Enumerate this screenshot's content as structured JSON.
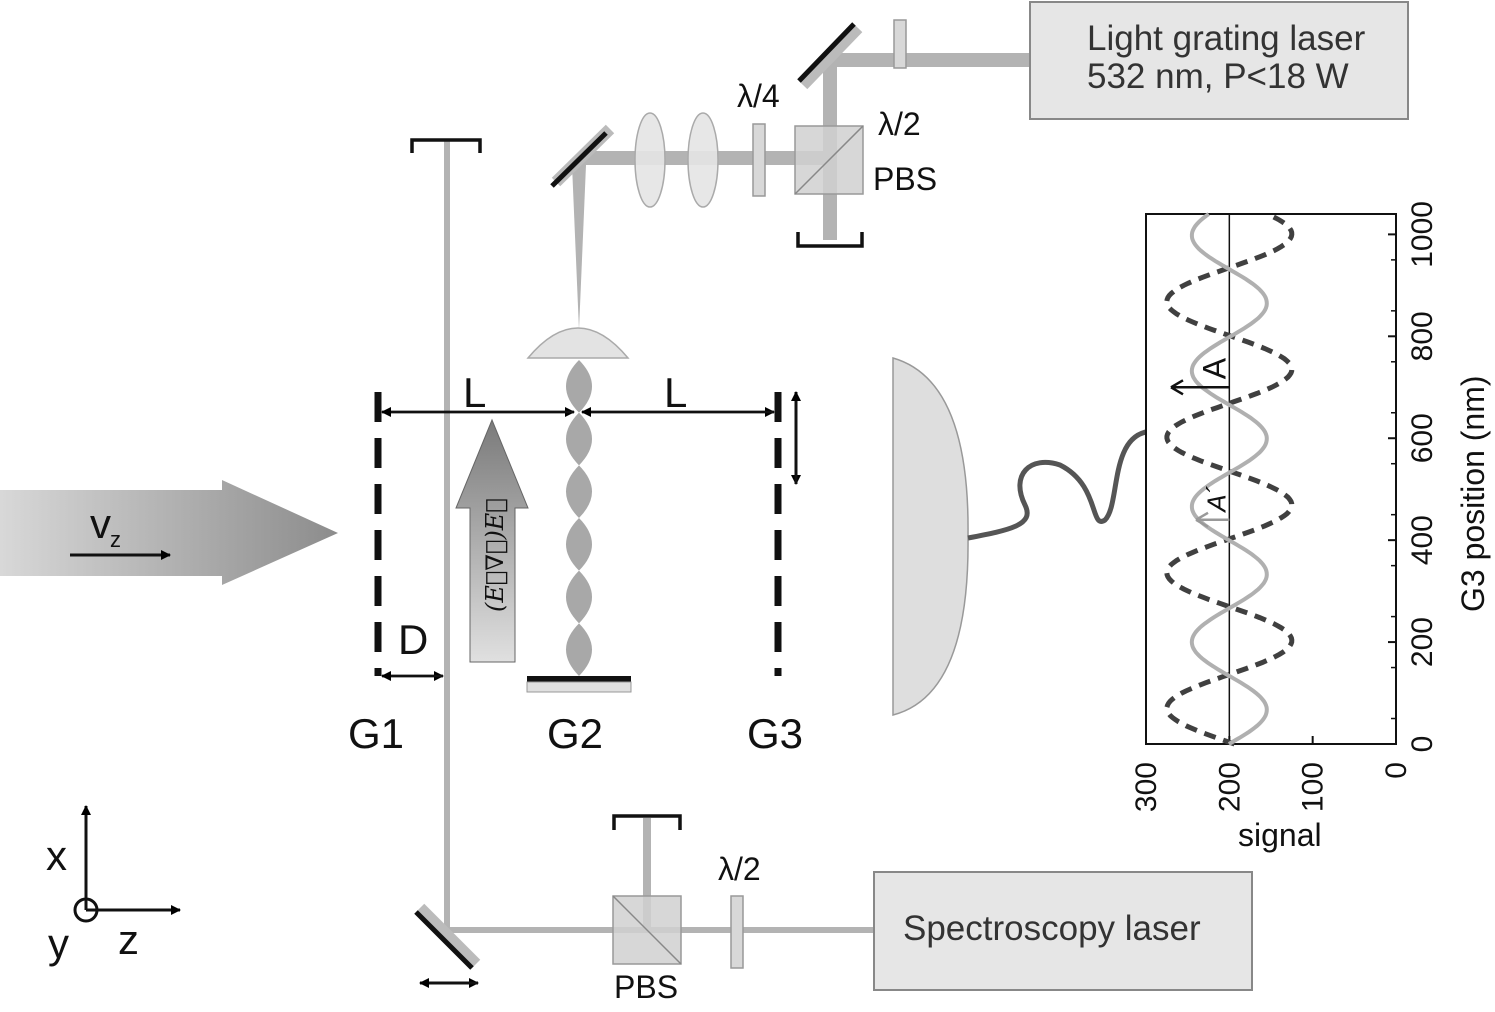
{
  "lasers": {
    "grating": {
      "line1": "Light grating laser",
      "line2": "532 nm, P<18 W"
    },
    "spectroscopy": {
      "label": "Spectroscopy laser"
    }
  },
  "optics": {
    "lambda4": "λ/4",
    "lambda2_top": "λ/2",
    "pbs_top": "PBS",
    "lambda2_bottom": "λ/2",
    "pbs_bottom": "PBS"
  },
  "gratings": {
    "g1": "G1",
    "g2": "G2",
    "g3": "G3"
  },
  "dimensions": {
    "l_left": "L",
    "l_right": "L",
    "d": "D"
  },
  "beam": {
    "velocity_label": "v",
    "velocity_subscript": "z"
  },
  "force_label": "(E⃗∇⃗)E⃗",
  "axes": {
    "x": "x",
    "y": "y",
    "z": "z"
  },
  "colors": {
    "beam_gray": "#b3b3b3",
    "box_fill": "#e6e6e6",
    "dark_curve": "#404040",
    "light_curve": "#b0b0b0"
  },
  "chart_data": {
    "type": "line",
    "xlabel": "signal",
    "ylabel": "G3 position (nm)",
    "x_ticks": [
      300,
      200,
      100,
      0
    ],
    "y_ticks": [
      0,
      200,
      400,
      600,
      800,
      1000
    ],
    "xlim": [
      0,
      300
    ],
    "ylim": [
      0,
      1040
    ],
    "reference_line": 200,
    "period_nm": 266,
    "series": [
      {
        "style": "dashed-dark",
        "offset": 200,
        "amplitude": 75,
        "phase_nm": 70
      },
      {
        "style": "solid-light",
        "offset": 200,
        "amplitude": 45,
        "phase_nm": 200
      }
    ],
    "annotations": [
      {
        "text": "A",
        "y": 700,
        "color": "#111111"
      },
      {
        "text": "A´",
        "y": 440,
        "color": "#999999"
      }
    ]
  }
}
